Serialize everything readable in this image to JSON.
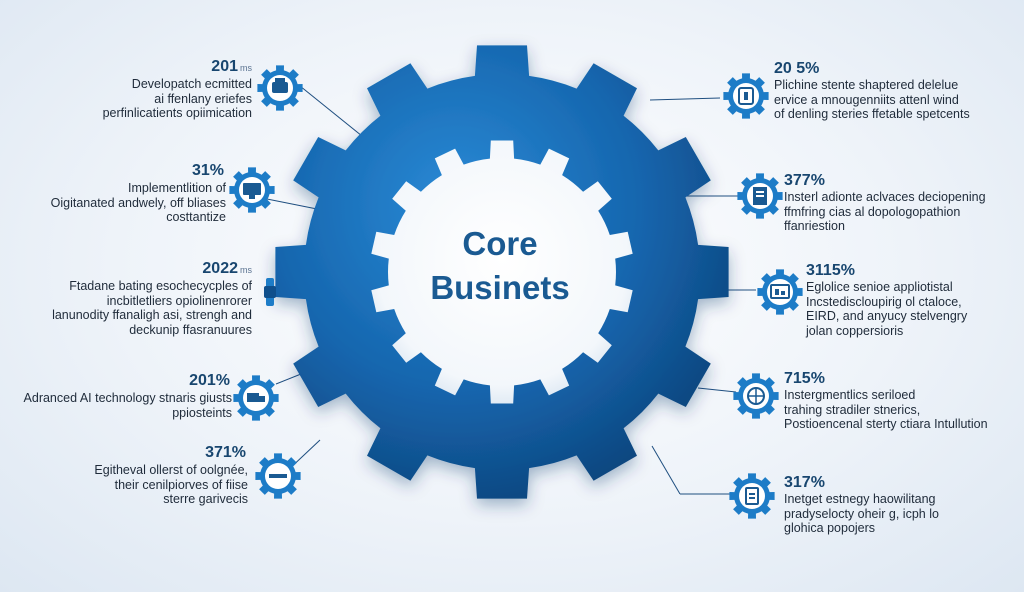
{
  "center": {
    "line1": "Core",
    "line2": "Businets"
  },
  "colors": {
    "gear_outer": "#0f4f8c",
    "gear_light": "#1d7cc7",
    "accent": "#1d7cc7",
    "text_dark": "#18466f"
  },
  "left_items": [
    {
      "pct": "201",
      "pct_small": "ms",
      "lines": [
        "Developatch ecmitted",
        "ai ffenlany eriefes",
        "perfinlicatients opiimication"
      ],
      "icon": "printer-icon"
    },
    {
      "pct": "31%",
      "pct_small": "",
      "lines": [
        "Implementlition of",
        "Oigitanated andwely, off bliases",
        "costtantize"
      ],
      "icon": "monitor-icon"
    },
    {
      "pct": "2022",
      "pct_small": "ms",
      "lines": [
        "Ftadane bating esochecycples of",
        "incbitletliers opiolinenrorer",
        "lanunodity ffanaligh asi, strengh and",
        "deckunip ffasranuures"
      ],
      "icon": "bracelet-icon"
    },
    {
      "pct": "201%",
      "pct_small": "",
      "lines": [
        "Adranced AI technology stnaris giusts",
        "ppiosteints"
      ],
      "icon": "truck-icon"
    },
    {
      "pct": "371%",
      "pct_small": "",
      "lines": [
        "Egitheval ollerst of oolgnée,",
        "their cenilpiorves of fiise",
        "sterre garivecis"
      ],
      "icon": "minus-icon"
    }
  ],
  "right_items": [
    {
      "pct": "20 5%",
      "lines": [
        "Plichine stente shaptered delelue",
        "ervice a mnougenniits attenl wind",
        "of denling steries ffetable spetcents"
      ],
      "icon": "panel-icon"
    },
    {
      "pct": "377%",
      "lines": [
        "Insterl adionte aclvaces deciopening",
        "ffmfring cias al dopologopathion",
        "ffanriestion"
      ],
      "icon": "document-icon"
    },
    {
      "pct": "3115%",
      "lines": [
        "Eglolice senioe appliotistal",
        "Incstediscloupirig ol ctaloce,",
        "EIRD, and anyucy stelvengry",
        "jolan coppersioris"
      ],
      "icon": "dashboard-icon"
    },
    {
      "pct": "715%",
      "lines": [
        "Instergmentlics seriloed",
        "trahing stradiler stnerics,",
        "Postioencenal sterty ctiara Intullution"
      ],
      "icon": "globe-icon"
    },
    {
      "pct": "317%",
      "lines": [
        "Inetget estnegy haowilitang",
        "pradyselocty oheir g, icph lo",
        "glohicа popojers"
      ],
      "icon": "clipboard-icon"
    }
  ]
}
